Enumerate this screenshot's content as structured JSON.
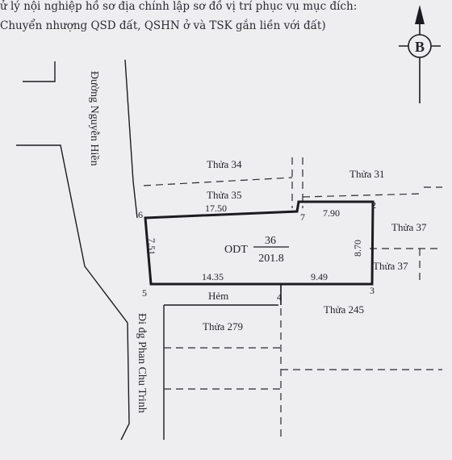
{
  "header": {
    "line1": "ử lý nội nghiệp hồ sơ địa chính lập sơ đồ vị trí phục vụ mục đích:",
    "line2": "Chuyển nhượng QSD đất, QSHN ở và TSK gắn liền với đất)"
  },
  "compass": {
    "letter": "B"
  },
  "streets": {
    "left": "Đường Nguyễn Hiền",
    "bottom": "Đi đg Phan Chu Trinh",
    "alley": "Hẻm"
  },
  "parcels": {
    "t34": "Thửa 34",
    "t35": "Thửa 35",
    "t31": "Thửa 31",
    "t37a": "Thửa 37",
    "t37b": "Thửa 37",
    "t245": "Thửa 245",
    "t279": "Thửa 279"
  },
  "main_parcel": {
    "land_type": "ODT",
    "parcel_no": "36",
    "area": "201.8"
  },
  "dimensions": {
    "top_left": "17.50",
    "top_right": "7.90",
    "right": "8.70",
    "left": "7.51",
    "bottom_left": "14.35",
    "bottom_right": "9.49"
  },
  "vertices": {
    "v2": "2",
    "v3": "3",
    "v4": "4",
    "v5": "5",
    "v6": "6",
    "v7": "7"
  }
}
